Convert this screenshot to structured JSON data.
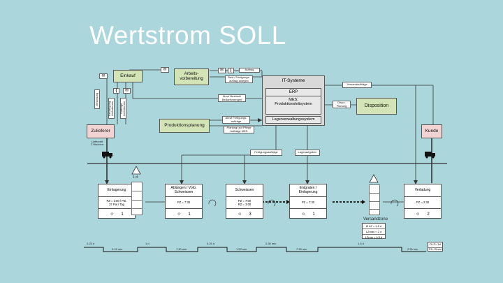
{
  "slide": {
    "title": "Wertstrom SOLL"
  },
  "external": {
    "einkauf": "Einkauf",
    "arbeitsvorbereitung": "Arbeits-\nvorbereitung",
    "produktionsplanung": "Produktionsplanung",
    "zulieferer": "Zulieferer",
    "zulieferer_note": "Lieferzeit\n2 Wochen",
    "disposition": "Disposition",
    "kunde": "Kunde"
  },
  "it": {
    "title": "IT-Systeme",
    "erp": "ERP",
    "mes": "MES:\nProduktionsleitsystem",
    "lvs": "Lagerverwaltungssystem"
  },
  "flows": {
    "bestellung": "Bestellung",
    "bestaetigung": "Bestätigung\nLiefertermin",
    "auftraege_liefertermin": "Aufträge\nLiefertermin",
    "auftrag": "Auftrag",
    "bestell_fertigungsauftrag": "Best./ Fertigungs-\nauftrag anlegen",
    "abruf_bestand": "Abruf Bestand/\nBedarfsmengen",
    "abruf_fertigungsauftrag": "Abruf Fertigungs-\naufträge",
    "planung_pflege": "Planung und Pflege\nAufträge MES",
    "versandauftraege": "Versandaufträge",
    "dispo_planung": "Dispo-\nPlanung",
    "fertigungsauftraege": "Fertigungsaufträge",
    "lageraufgaben": "Lageraufgaben"
  },
  "processes": [
    {
      "name": "Einlagerung",
      "data": [
        "PZ = 2:00 / Pal.",
        "37 Pal / Tag"
      ],
      "operators": "1"
    },
    {
      "name": "Ablängen / Vorb.\nSchweissen",
      "data": [
        "PZ = 7:30"
      ],
      "operators": "1"
    },
    {
      "name": "Schweissen",
      "data": [
        "PZ = 7:00",
        "RZ = 3:00"
      ],
      "operators": "3"
    },
    {
      "name": "Entgraten /\nEinlagerung",
      "data": [
        "PZ = 7:30"
      ],
      "operators": "1"
    },
    {
      "name": "Verladung",
      "data": [
        "PZ = 2:30"
      ],
      "operators": "2"
    }
  ],
  "inventory": {
    "einlagerung_days": "1 d"
  },
  "versandzone": {
    "title": "Versandzone",
    "rows": [
      "Ø LZ = 1.5 d",
      "LZmax = 2 d",
      "LZmin = 0.5 d"
    ]
  },
  "timeline": {
    "upper": [
      "0.25 d",
      "1 d",
      "0.25 d",
      "0.30 min",
      "1.5 d"
    ],
    "lower": [
      "0.15 min",
      "7:30 min",
      "7:00 min",
      "7:30 min",
      "2:30 min"
    ],
    "total_top": "DLZ= 3d",
    "total_bottom": "PZ= 25 min"
  },
  "colors": {
    "background": "#abd6dc",
    "green": "#d3e5b6",
    "pink": "#f1d3d3",
    "it_gray": "#d9d9d9"
  }
}
